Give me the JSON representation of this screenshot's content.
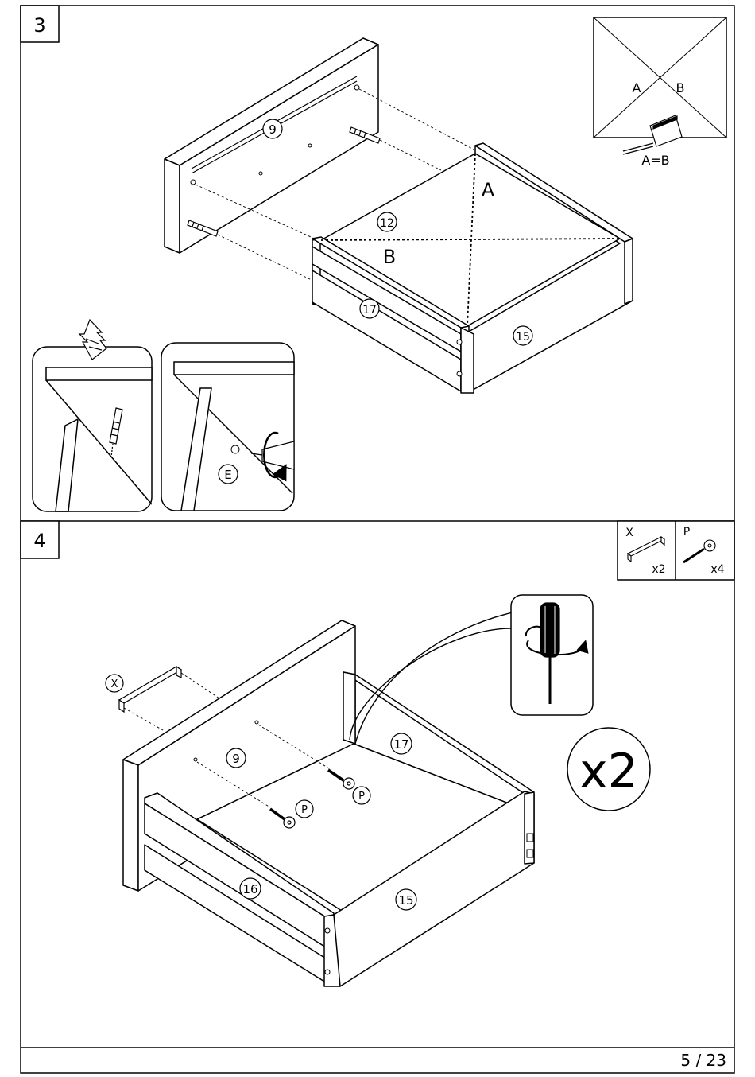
{
  "steps": [
    {
      "number": "3",
      "parts": {
        "panel_front": "9",
        "bottom": "12",
        "side": "15",
        "back": "17"
      },
      "diagonal_labels": {
        "a": "A",
        "b": "B"
      },
      "measure_inset": {
        "a": "A",
        "b": "B",
        "rule": "A=B"
      },
      "detail_hardware": "E"
    },
    {
      "number": "4",
      "parts": {
        "panel_front": "9",
        "back": "17",
        "side": "15",
        "rear": "16"
      },
      "hardware_box": [
        {
          "letter": "X",
          "qty": "x2",
          "icon": "handle-icon"
        },
        {
          "letter": "P",
          "qty": "x4",
          "icon": "screw-icon"
        }
      ],
      "handle_callout": "X",
      "screw_callouts": [
        "P",
        "P"
      ],
      "repeat": "x2"
    }
  ],
  "footer": {
    "page": "5 / 23"
  }
}
